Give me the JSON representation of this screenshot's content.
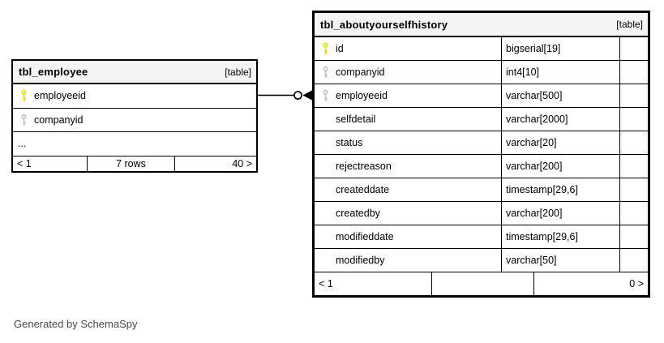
{
  "generated_by": "Generated by SchemaSpy",
  "tables": [
    {
      "name": "tbl_employee",
      "badge": "[table]",
      "columns": [
        {
          "name": "employeeid",
          "key": "primary",
          "type": ""
        },
        {
          "name": "companyid",
          "key": "secondary",
          "type": ""
        },
        {
          "name": "...",
          "key": "none",
          "type": ""
        }
      ],
      "footer": {
        "left": "< 1",
        "center": "7 rows",
        "right": "40 >"
      }
    },
    {
      "name": "tbl_aboutyourselfhistory",
      "badge": "[table]",
      "columns": [
        {
          "name": "id",
          "key": "primary",
          "type": "bigserial[19]"
        },
        {
          "name": "companyid",
          "key": "secondary",
          "type": "int4[10]"
        },
        {
          "name": "employeeid",
          "key": "secondary",
          "type": "varchar[500]"
        },
        {
          "name": "selfdetail",
          "key": "none",
          "type": "varchar[2000]"
        },
        {
          "name": "status",
          "key": "none",
          "type": "varchar[20]"
        },
        {
          "name": "rejectreason",
          "key": "none",
          "type": "varchar[200]"
        },
        {
          "name": "createddate",
          "key": "none",
          "type": "timestamp[29,6]"
        },
        {
          "name": "createdby",
          "key": "none",
          "type": "varchar[200]"
        },
        {
          "name": "modifieddate",
          "key": "none",
          "type": "timestamp[29,6]"
        },
        {
          "name": "modifiedby",
          "key": "none",
          "type": "varchar[50]"
        }
      ],
      "footer": {
        "left": "< 1",
        "center": "",
        "right": "0 >"
      }
    }
  ],
  "relationship": {
    "from_table": "tbl_employee",
    "from_column": "employeeid",
    "to_table": "tbl_aboutyourselfhistory",
    "to_column": "employeeid"
  },
  "colors": {
    "header_bg": "#f4f4f4",
    "primary_key": "#e2e200",
    "foreign_key": "#c4c4c4",
    "border": "#000000"
  }
}
